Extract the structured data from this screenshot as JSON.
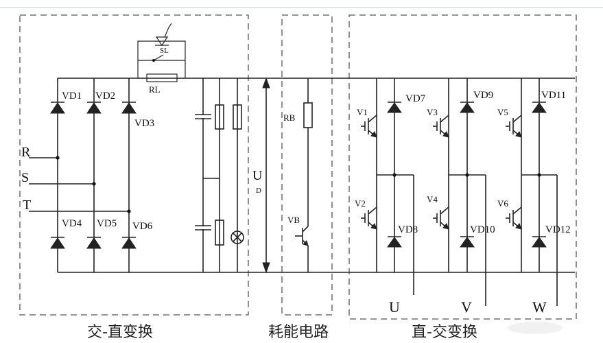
{
  "labels": {
    "R": "R",
    "S": "S",
    "T": "T",
    "SL": "SL",
    "RL": "RL",
    "VD1": "VD1",
    "VD2": "VD2",
    "VD3": "VD3",
    "VD4": "VD4",
    "VD5": "VD5",
    "VD6": "VD6",
    "VD7": "VD7",
    "VD8": "VD8",
    "VD9": "VD9",
    "VD10": "VD10",
    "VD11": "VD11",
    "VD12": "VD12",
    "UD_main": "U",
    "UD_sub": "D",
    "RB": "RB",
    "VB": "VB",
    "V1": "V1",
    "V2": "V2",
    "V3": "V3",
    "V4": "V4",
    "V5": "V5",
    "V6": "V6",
    "U": "U",
    "V": "V",
    "W": "W"
  },
  "sections": {
    "rectifier": "交-直变换",
    "braking": "耗能电路",
    "inverter": "直-交变换"
  },
  "colors": {
    "line": "#222222",
    "border": "#555555",
    "top_rule": "#c8e6c8"
  }
}
